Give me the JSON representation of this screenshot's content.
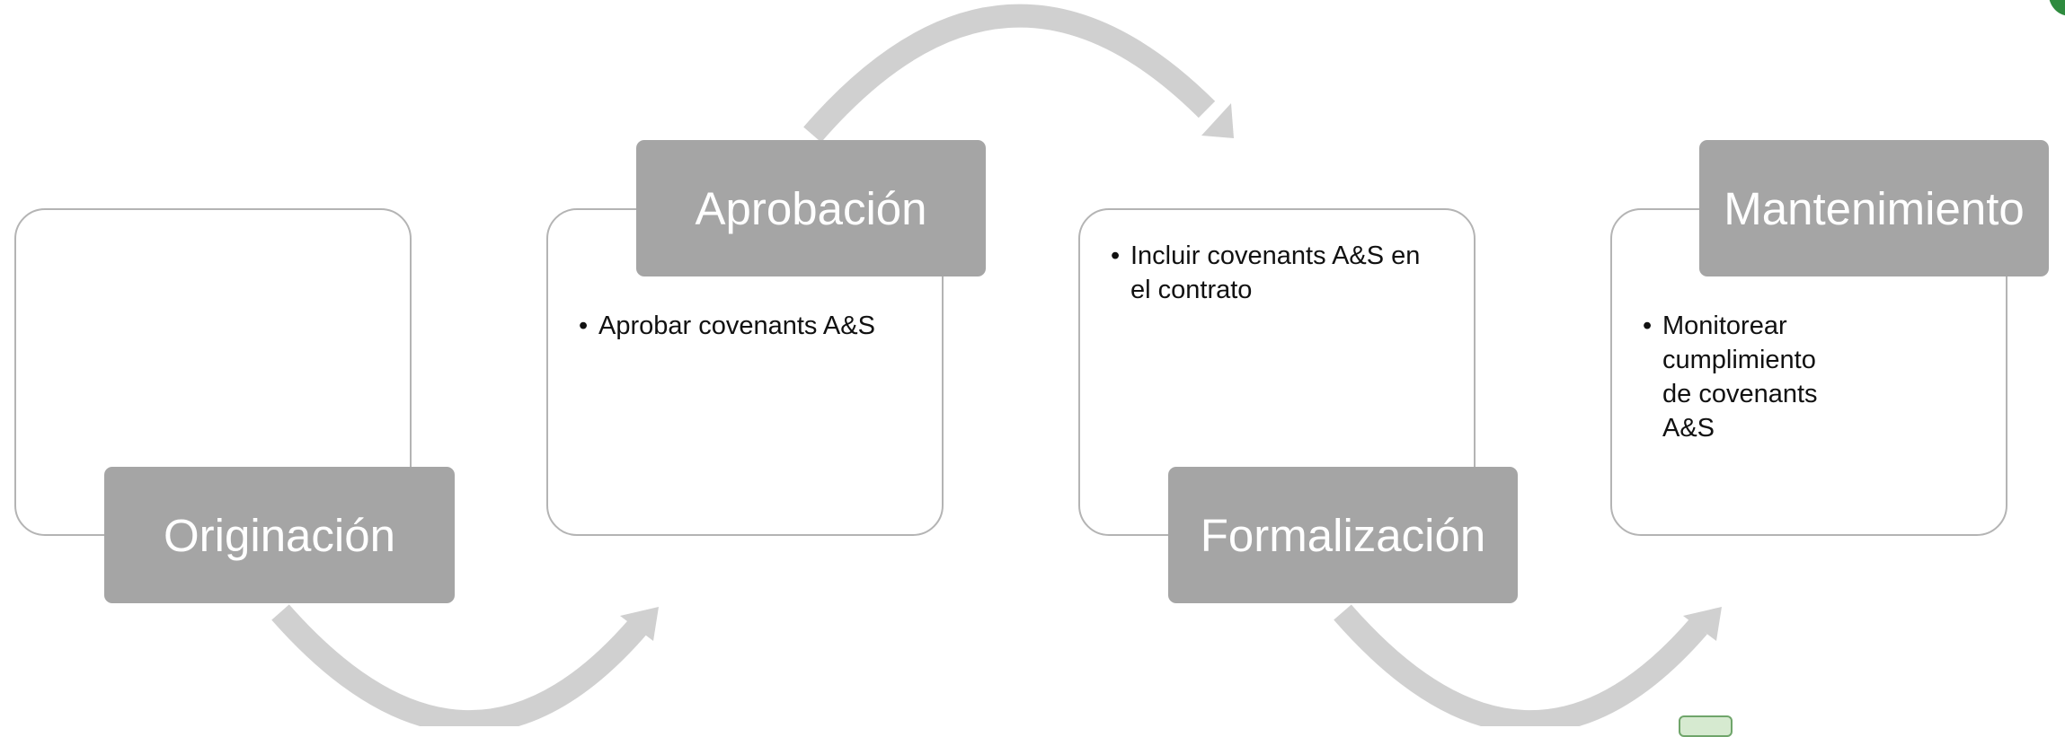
{
  "stages": [
    {
      "label": "Originación",
      "bullets": []
    },
    {
      "label": "Aprobación",
      "bullets": [
        "Aprobar covenants A&S"
      ]
    },
    {
      "label": "Formalización",
      "bullets": [
        "Incluir covenants A&S en el contrato"
      ]
    },
    {
      "label": "Mantenimiento",
      "bullets": [
        "Monitorear cumplimiento de covenants A&S"
      ]
    }
  ],
  "colors": {
    "label_fill": "#a5a5a5",
    "card_border": "#b4b4b4",
    "arrow": "#d0d0d0",
    "corner_accent": "#2e8b3e"
  },
  "icons": [
    "curved-arrow-icon",
    "corner-accent-icon",
    "app-icon"
  ]
}
